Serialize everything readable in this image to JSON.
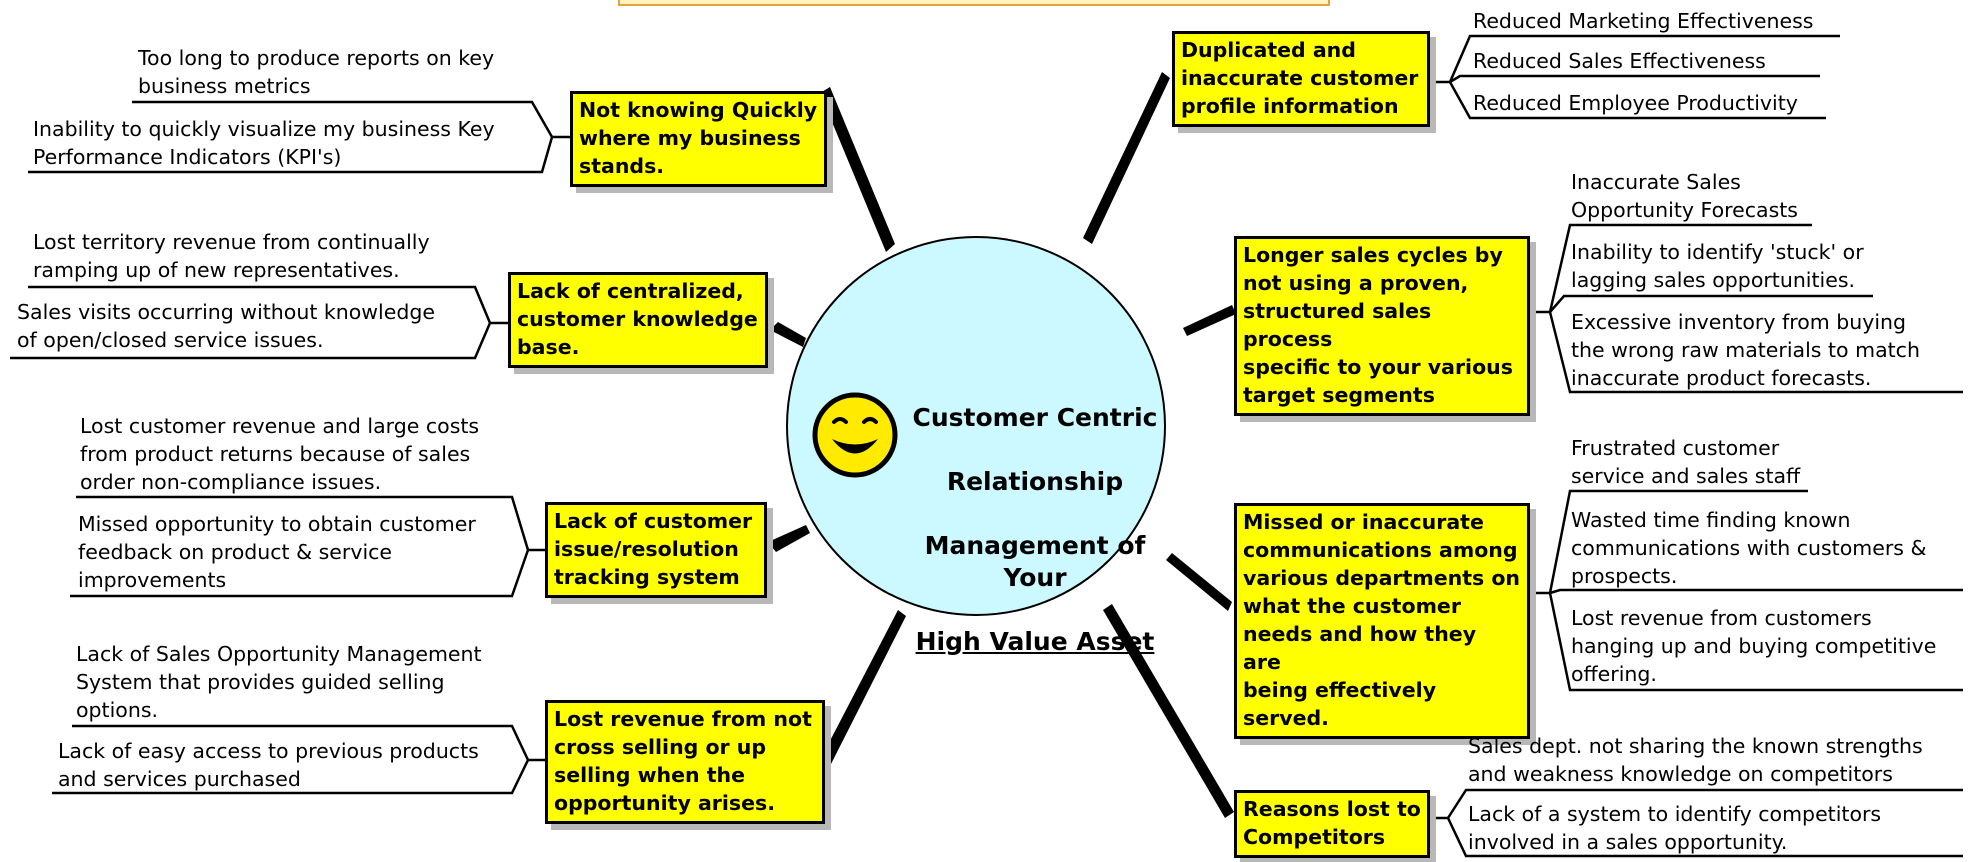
{
  "colors": {
    "topic_fill": "#ffff00",
    "center_fill": "#ccf9ff",
    "banner_fill": "#fff3bf",
    "banner_border": "#e7a23d"
  },
  "center": {
    "line1": "Customer Centric",
    "line2": "Relationship",
    "line3": "Management of Your",
    "line4": "High Value Asset",
    "icon": "smiley-face-icon"
  },
  "topics": {
    "not_knowing": "Not knowing Quickly\nwhere my business\nstands.",
    "centralized": "Lack of centralized,\ncustomer knowledge\nbase.",
    "issue_tracking": "Lack of customer\nissue/resolution\ntracking system",
    "lost_revenue": "Lost revenue from not\ncross selling or up\nselling when the\nopportunity arises.",
    "duplicated": "Duplicated and\ninaccurate customer\nprofile information",
    "longer_cycles": "Longer sales cycles by\nnot using a proven,\nstructured sales process\nspecific to your various\ntarget segments",
    "missed_comms": "Missed or inaccurate\ncommunications among\nvarious departments on\nwhat the customer\nneeds and how they are\nbeing effectively served.",
    "lost_competitors": "Reasons lost to\nCompetitors"
  },
  "notes": {
    "reports": "Too long to produce reports on key\nbusiness metrics",
    "kpi": "Inability to quickly visualize my business Key\nPerformance Indicators (KPI's)",
    "territory": "Lost territory revenue from continually\nramping up of new representatives.",
    "sales_visits": "Sales visits occurring without knowledge\nof open/closed service issues.",
    "returns": "Lost customer revenue and large costs\nfrom product returns because of sales\norder non-compliance issues.",
    "feedback": "Missed opportunity to obtain customer\nfeedback on product & service\nimprovements",
    "guided_selling": "Lack of Sales Opportunity Management\nSystem that provides guided selling\noptions.",
    "previous_products": "Lack of easy access to previous products\nand services purchased",
    "marketing": "Reduced Marketing Effectiveness",
    "sales_eff": "Reduced Sales Effectiveness",
    "productivity": "Reduced Employee Productivity",
    "forecasts": "Inaccurate Sales\nOpportunity Forecasts",
    "stuck": "Inability to identify 'stuck' or\nlagging sales opportunities.",
    "inventory": "Excessive inventory from buying\nthe wrong raw materials to match\ninaccurate product forecasts.",
    "frustrated": "Frustrated customer\nservice and sales staff",
    "wasted_time": "Wasted time finding known\ncommunications with customers &\nprospects.",
    "hanging_up": "Lost revenue from customers\nhanging up and buying competitive\noffering.",
    "strengths": "Sales  dept. not sharing the known strengths\nand weakness knowledge on competitors",
    "identify_competitors": "Lack of a system to identify competitors\ninvolved in a sales opportunity."
  }
}
